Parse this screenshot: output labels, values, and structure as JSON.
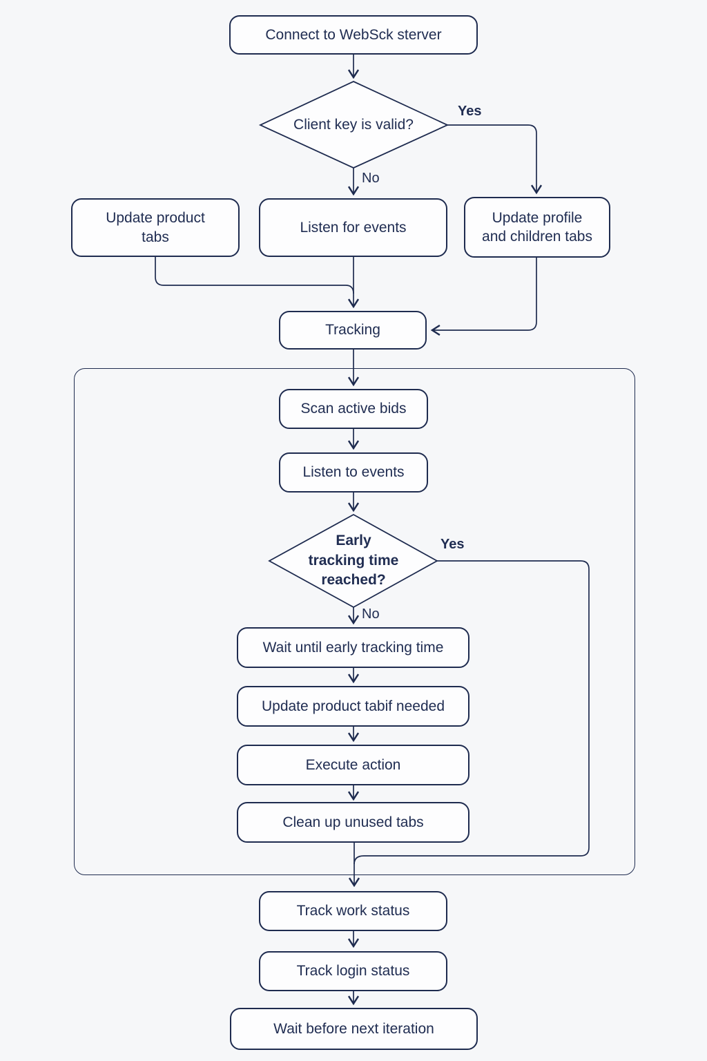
{
  "diagram": {
    "colors": {
      "stroke": "#1e2b4f",
      "text": "#202d52",
      "background": "#f6f7f9",
      "node_fill": "#fdfdfe"
    },
    "nodes": {
      "connect": {
        "label": "Connect to WebSck sterver"
      },
      "client_key_valid": {
        "label": "Client key is valid?"
      },
      "update_product_tabs": {
        "lines": [
          "Update product",
          "tabs"
        ]
      },
      "listen_for_events": {
        "label": "Listen for events"
      },
      "update_profile": {
        "lines": [
          "Update profile",
          "and children tabs"
        ]
      },
      "tracking": {
        "label": "Tracking"
      },
      "scan_active_bids": {
        "label": "Scan active bids"
      },
      "listen_to_events": {
        "label": "Listen to events"
      },
      "early_tracking_reached": {
        "lines": [
          "Early",
          "tracking time",
          "reached?"
        ]
      },
      "wait_until_early_tracking": {
        "label": "Wait until early tracking time"
      },
      "update_product_tab_if_needed": {
        "label": "Update product tabif needed"
      },
      "execute_action": {
        "label": "Execute action"
      },
      "clean_up_unused_tabs": {
        "label": "Clean up unused tabs"
      },
      "track_work_status": {
        "label": "Track work status"
      },
      "track_login_status": {
        "label": "Track login status"
      },
      "wait_before_next_iteration": {
        "label": "Wait before next iteration"
      }
    },
    "edge_labels": {
      "decision1_yes": "Yes",
      "decision1_no": "No",
      "decision2_yes": "Yes",
      "decision2_no": "No"
    }
  }
}
